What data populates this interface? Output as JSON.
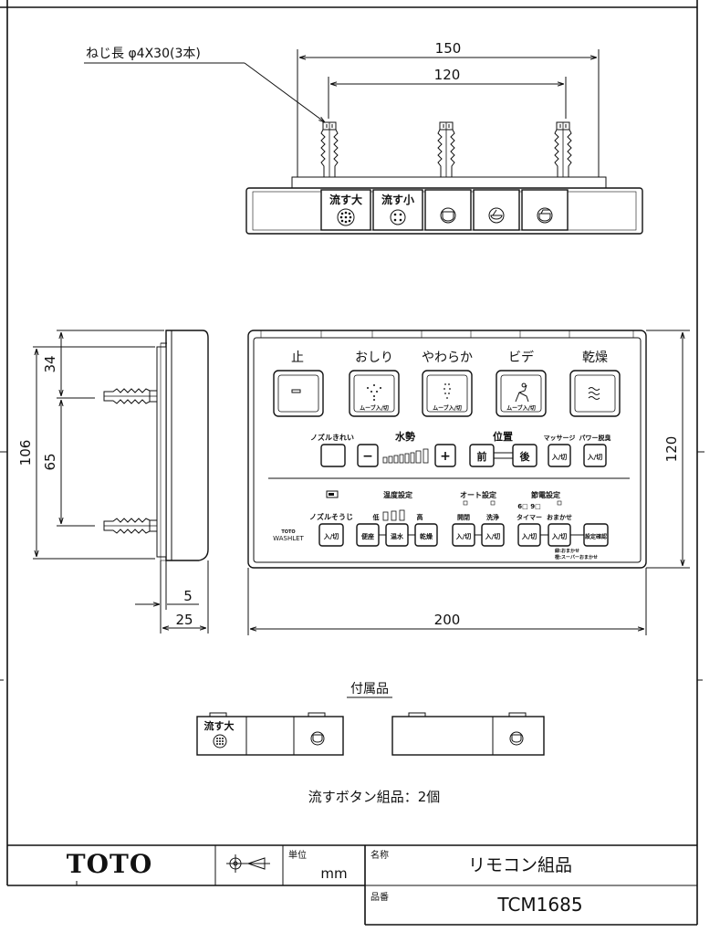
{
  "drawing": {
    "screw_note": "ねじ長 φ4X30(3本)",
    "top_view": {
      "dim_outer": "150",
      "dim_inner": "120",
      "buttons": [
        {
          "label": "流す大",
          "icon": "flush-large-icon"
        },
        {
          "label": "流す小",
          "icon": "flush-small-icon"
        },
        {
          "label": "",
          "icon": "seat-icon"
        },
        {
          "label": "",
          "icon": "lid-open-icon"
        },
        {
          "label": "",
          "icon": "lid-close-icon"
        }
      ]
    },
    "side_view": {
      "dim_total": "106",
      "dim_top": "34",
      "dim_mid": "65",
      "dim_thin": "5",
      "dim_depth": "25"
    },
    "front_view": {
      "dim_width": "200",
      "dim_height": "120",
      "main_labels": [
        "止",
        "おしり",
        "やわらか",
        "ビデ",
        "乾燥"
      ],
      "move_label": "ムーブ入/切",
      "row2": {
        "nozzle_clean": "ノズルきれい",
        "water_pressure": "水勢",
        "minus": "−",
        "plus": "+",
        "position": "位置",
        "front": "前",
        "back": "後",
        "massage": "マッサージ",
        "power_deodorize": "パワー脱臭",
        "on_off": "入/切"
      },
      "row3": {
        "nozzle_clean2": "ノズルそうじ",
        "temp_setting": "温度設定",
        "low": "低",
        "high": "高",
        "seat": "便座",
        "warm_water": "温水",
        "dry": "乾燥",
        "auto_setting": "オート設定",
        "open_close": "開閉",
        "wash": "洗浄",
        "eco_setting": "節電設定",
        "eco_hours": "6□ 9□",
        "timer": "タイマー",
        "omakase": "おまかせ",
        "setting_confirm": "設定確認",
        "note1": "緑:おまかせ",
        "note2": "橙:スーパーおまかせ",
        "on_off": "入/切",
        "brand_small": "TOTO",
        "washlet": "WASHLET"
      }
    },
    "accessories": {
      "title": "付属品",
      "flush_large": "流す大",
      "note": "流すボタン組品：2個"
    }
  },
  "title_block": {
    "logo": "TOTO",
    "unit_label": "単位",
    "unit_value": "mm",
    "name_label": "名称",
    "name_value": "リモコン組品",
    "part_label": "品番",
    "part_value": "TCM1685"
  }
}
